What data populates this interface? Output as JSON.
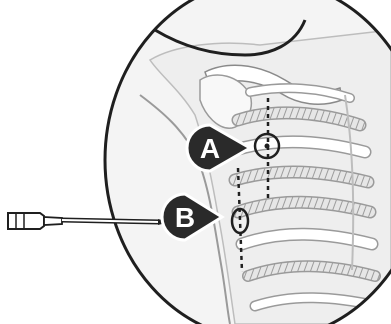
{
  "markers": [
    {
      "id": "A",
      "label": "A"
    },
    {
      "id": "B",
      "label": "B"
    }
  ],
  "colors": {
    "outline": "#1f1f1f",
    "skin": "#eeeeee",
    "bone": "#ffffff",
    "rib_shade": "#cfcfcf",
    "marker_fill": "#2a2a2a",
    "marker_text": "#ffffff",
    "background": "#ffffff"
  },
  "icons": [
    "needle-icon",
    "magnifier-circle-icon"
  ]
}
